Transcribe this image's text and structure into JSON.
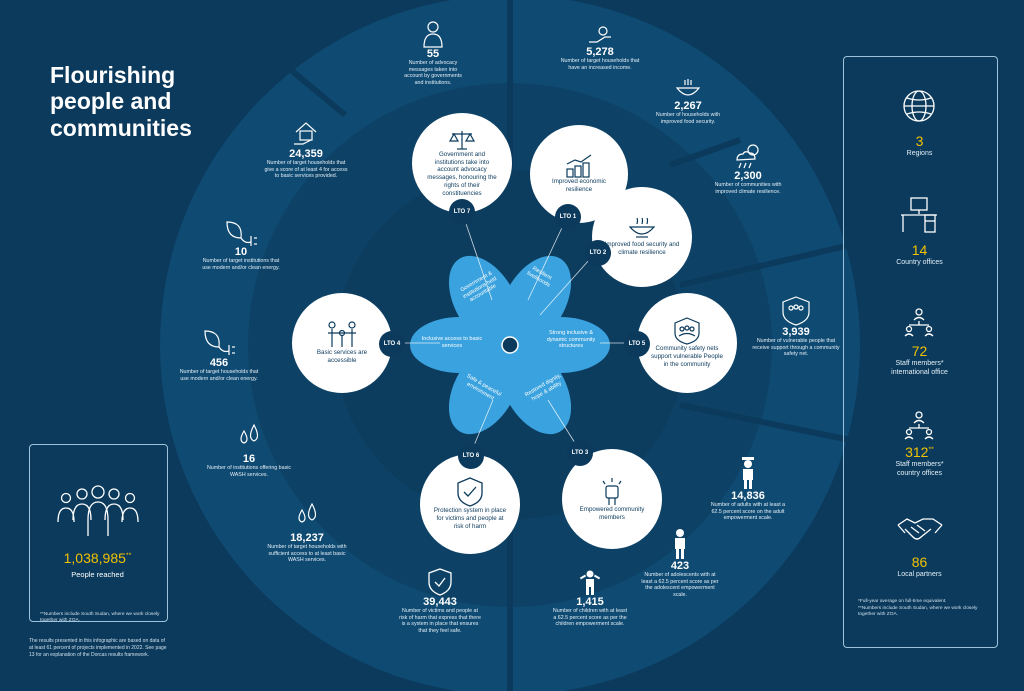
{
  "title_lines": [
    "Flourishing",
    "people and",
    "communities"
  ],
  "lto_labels": [
    "LTO 1",
    "LTO 2",
    "LTO 3",
    "LTO 4",
    "LTO 5",
    "LTO 6",
    "LTO 7"
  ],
  "circles": {
    "lto1": "Improved economic resilience",
    "lto2": "Improved food security and climate resilience",
    "lto3": "Empowered community members",
    "lto4": "Basic services are accessible",
    "lto5": "Community safety nets support vulnerable People in the community",
    "lto6": "Protection system in place for victims and people at risk of harm",
    "lto7": "Government and institutions take into account advocacy messages, honouring the rights of their constituencies"
  },
  "petals": {
    "p1": "Government & institutions held accountable",
    "p2": "Resilient livelihoods",
    "p3": "Strong inclusive & dynamic community structures",
    "p4": "Restored dignity, hope & ability",
    "p5": "Safe & peaceful environment",
    "p6": "Inclusive access to basic services"
  },
  "stats": {
    "s55": {
      "num": "55",
      "txt": "Number of advocacy messages taken into account by governments and institutions."
    },
    "s5278": {
      "num": "5,278",
      "txt": "Number of target households that have an increased income."
    },
    "s2267": {
      "num": "2,267",
      "txt": "Number of households with improved food security."
    },
    "s2300": {
      "num": "2,300",
      "txt": "Number of communities with improved climate resilience."
    },
    "s24359": {
      "num": "24,359",
      "txt": "Number of target households that give a score of at least 4 for access to basic services provided."
    },
    "s10": {
      "num": "10",
      "txt": "Number of target institutions that use modern and/or clean energy."
    },
    "s456": {
      "num": "456",
      "txt": "Number of target households that use modern and/or clean energy."
    },
    "s16": {
      "num": "16",
      "txt": "Number of institutions offering basic WASH services."
    },
    "s18237": {
      "num": "18,237",
      "txt": "Number of target households with sufficient access to at least basic WASH services."
    },
    "s3939": {
      "num": "3,939",
      "txt": "Number of vulnerable people that receive support through a community safety net."
    },
    "s14836": {
      "num": "14,836",
      "txt": "Number of adults with at least a 62.5 percent score on the adult empowerment scale."
    },
    "s423": {
      "num": "423",
      "txt": "Number of adolescents with at least a 62.5 percent score as per the adolescent empowerment scale."
    },
    "s1415": {
      "num": "1,415",
      "txt": "Number of children with at least a 62.5 percent score as per the children empowerment scale."
    },
    "s39443": {
      "num": "39,443",
      "txt": "Number of victims and people at risk of harm that express that there is a system in place that ensures that they feel safe."
    }
  },
  "reached": {
    "num": "1,038,985",
    "sup": "**",
    "label": "People reached"
  },
  "left_footnote": "**Numbers include South Sudan, where we work closely together with ZOA.",
  "bottom_note": "The results presented in this infographic are based on data of at least 61 percent of projects implemented in 2022. See page 13 for an explanation of the Dorcas results framework.",
  "right": {
    "regions": {
      "num": "3",
      "label": "Regions"
    },
    "offices": {
      "num": "14",
      "label": "Country offices"
    },
    "intl": {
      "num": "72",
      "label1": "Staff members*",
      "label2": "international office"
    },
    "country": {
      "num": "312",
      "sup": "**",
      "label1": "Staff members*",
      "label2": "country offices"
    },
    "partners": {
      "num": "86",
      "label": "Local partners"
    },
    "footnote1": "*Full-year average on full-time equivalent.",
    "footnote2": "**Numbers include South Sudan, where we work closely together with ZOA."
  },
  "colors": {
    "bg": "#0b3a5c",
    "ring_outer": "#0f4a72",
    "ring_mid": "#0d4266",
    "petal": "#3aa2de",
    "yellow": "#f2c200"
  }
}
